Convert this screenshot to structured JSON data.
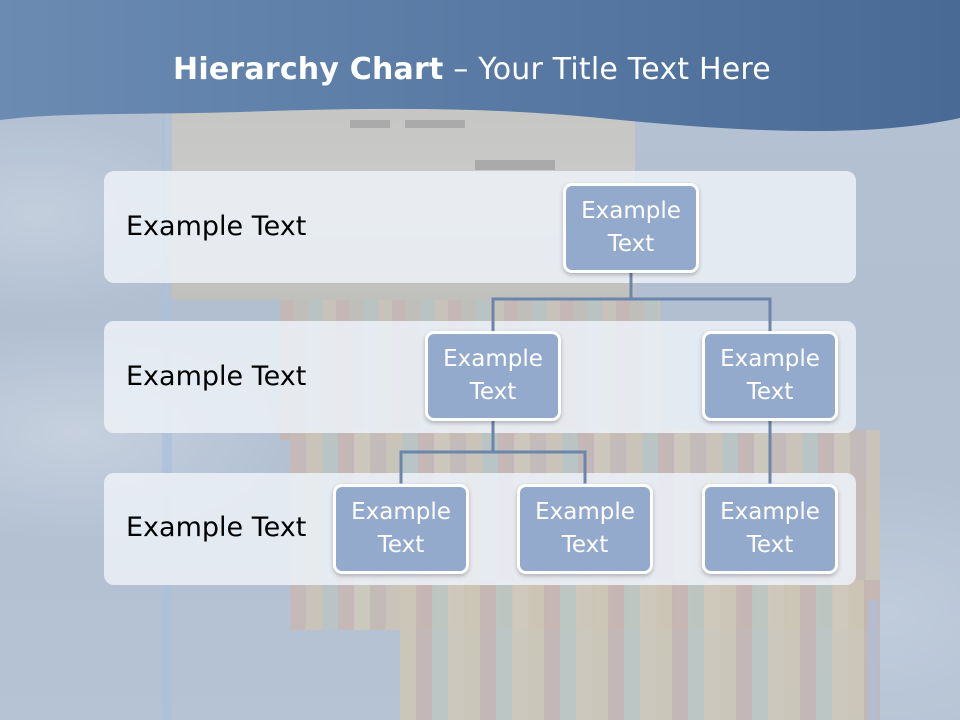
{
  "title": {
    "bold": "Hierarchy Chart",
    "rest": " – Your Title Text Here"
  },
  "rows": [
    {
      "label": "Example Text"
    },
    {
      "label": "Example Text"
    },
    {
      "label": "Example Text"
    }
  ],
  "nodes": {
    "root": "Example Text",
    "level2_left": "Example Text",
    "level2_right": "Example Text",
    "level3_left": "Example Text",
    "level3_middle": "Example Text",
    "level3_right": "Example Text"
  },
  "colors": {
    "title_band": "#4f6f98",
    "node_fill": "#93aacc",
    "node_border": "#ffffff",
    "connector": "#6a86ad",
    "row_band": "#ecf1f7"
  }
}
